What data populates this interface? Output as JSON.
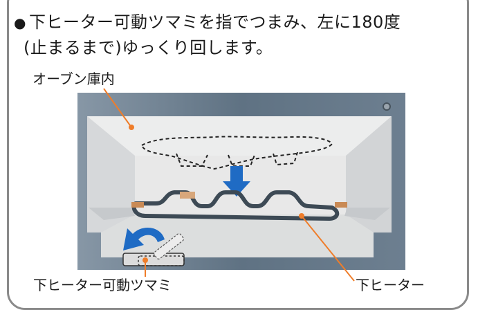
{
  "instruction": {
    "bullet": "●",
    "line1": "下ヒーター可動ツマミを指でつまみ、左に180度",
    "line2": "(止まるまで)ゆっくり回します。"
  },
  "labels": {
    "oven_interior": "オーブン庫内",
    "knob": "下ヒーター可動ツマミ",
    "heater": "下ヒーター"
  },
  "colors": {
    "frame": "#6f8192",
    "leader": "#ef7d2a",
    "arrow": "#1f6bc4",
    "heater": "#3d4a55"
  }
}
